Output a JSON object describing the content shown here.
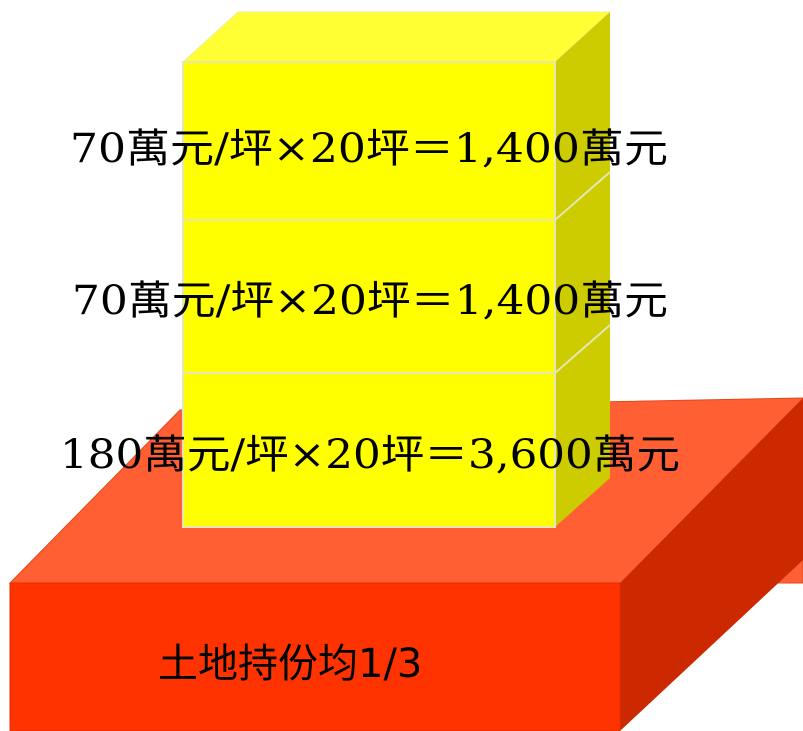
{
  "floors": [
    {
      "label": "70萬元/坪×20坪＝1,400萬元"
    },
    {
      "label": "70萬元/坪×20坪＝1,400萬元"
    },
    {
      "label": "180萬元/坪×20坪＝3,600萬元"
    }
  ],
  "base": {
    "label": "土地持份均1/3"
  },
  "colors": {
    "floor_front": "#ffff00",
    "floor_top": "#ffff33",
    "floor_side": "#cccc00",
    "floor_edge": "#e6e6b3",
    "base_front": "#ff3300",
    "base_top": "#ff5f33",
    "base_side": "#cc2900"
  }
}
